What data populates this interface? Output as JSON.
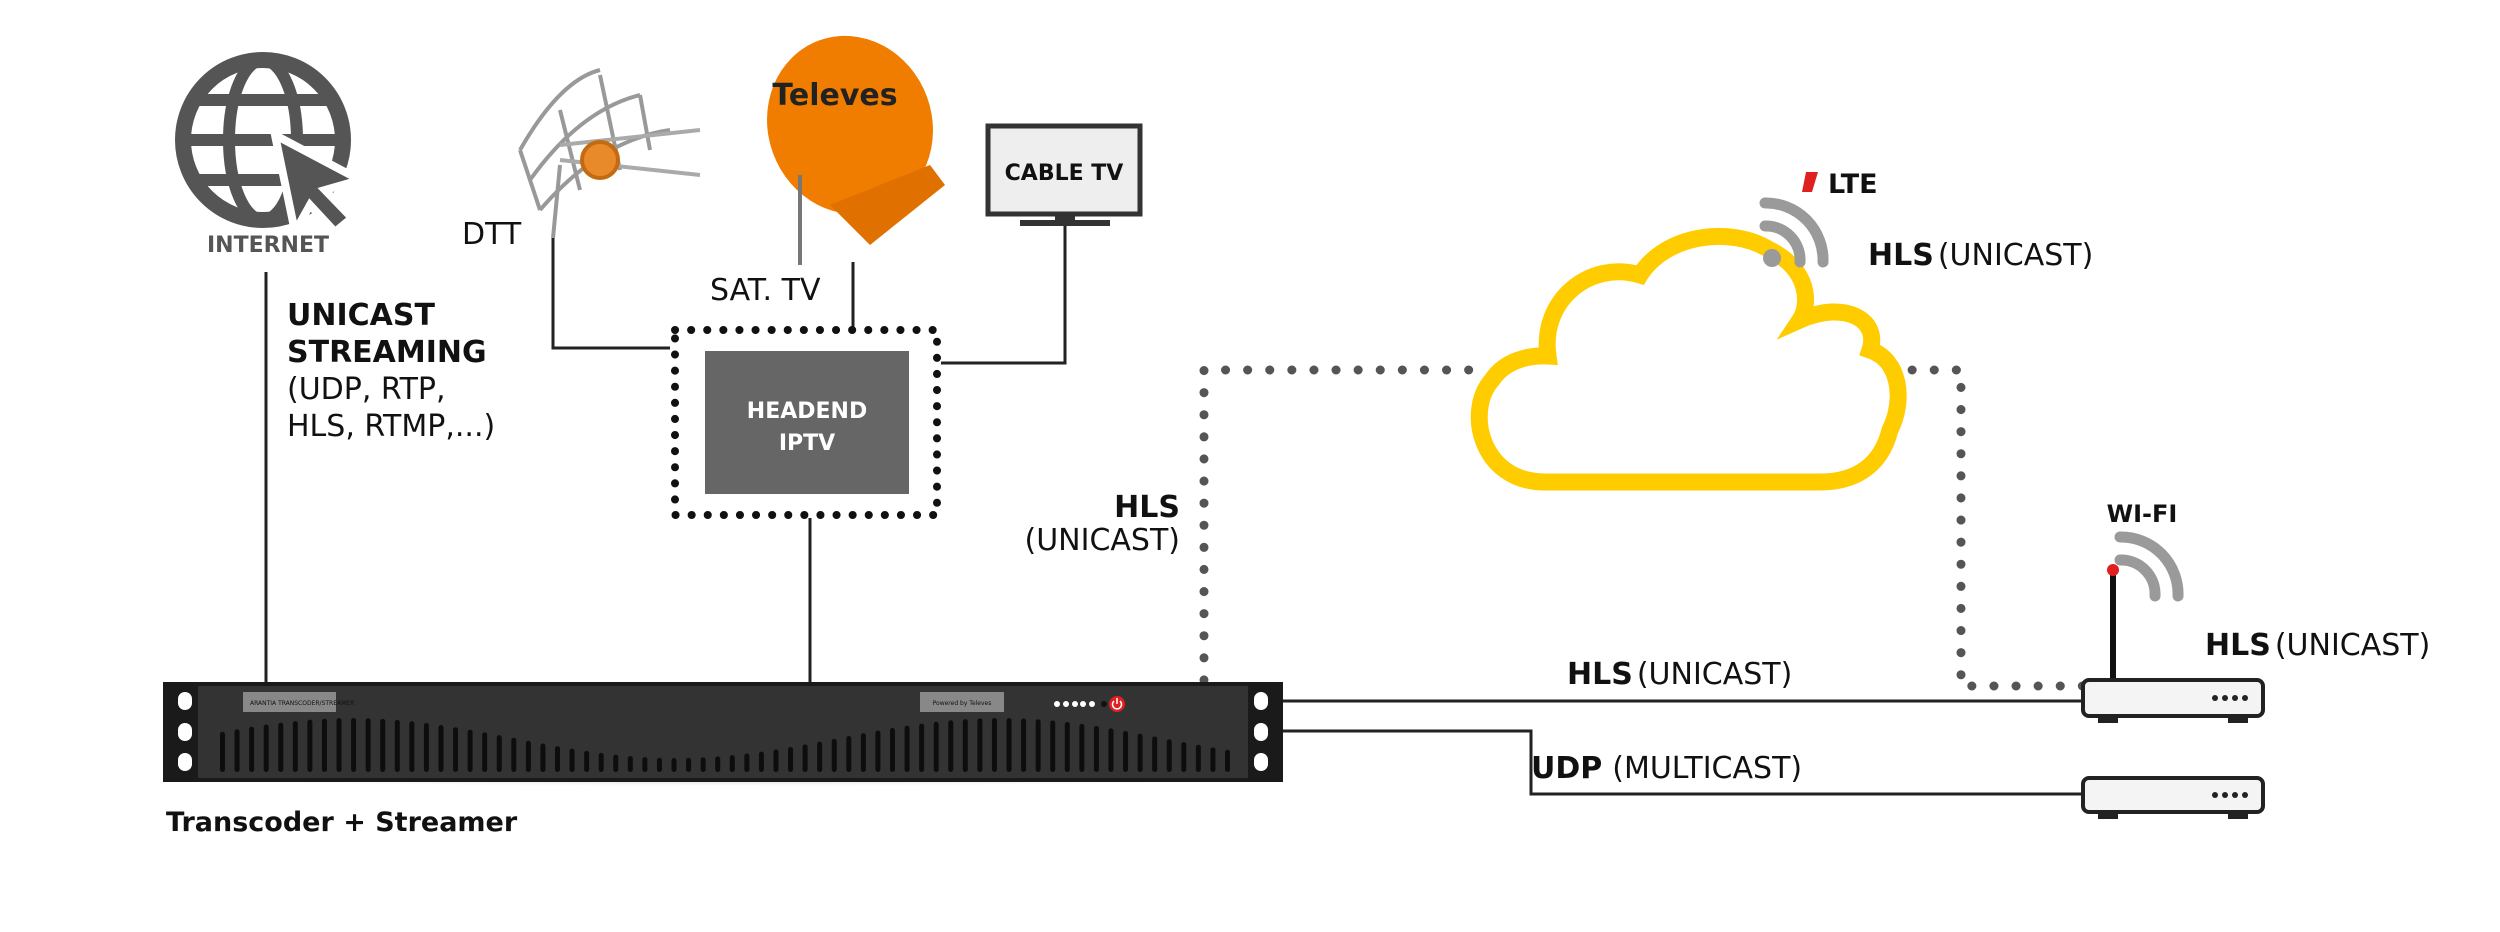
{
  "internet": {
    "label": "INTERNET",
    "icon": "globe-cursor-icon"
  },
  "unicast_streaming": {
    "title_line1": "UNICAST",
    "title_line2": "STREAMING",
    "line3": "(UDP, RTP,",
    "line4": "HLS, RTMP,...)"
  },
  "sources": {
    "dtt": "DTT",
    "sat": "SAT. TV",
    "sat_brand": "Televes",
    "cable": "CABLE TV"
  },
  "headend": {
    "line1": "HEADEND",
    "line2": "IPTV"
  },
  "device": {
    "caption": "Transcoder + Streamer",
    "panel_text": "ARANTIA TRANSCODER/STREAMER",
    "powered_by": "Powered by Televes"
  },
  "links": {
    "hls_left": {
      "proto": "HLS",
      "mode": "(UNICAST)"
    },
    "lte": {
      "brand": "LTE",
      "proto": "HLS",
      "mode": "(UNICAST)"
    },
    "wifi": {
      "label": "WI-FI",
      "proto": "HLS",
      "mode": "(UNICAST)"
    },
    "wired_hls": {
      "proto": "HLS",
      "mode": "(UNICAST)"
    },
    "udp": {
      "proto": "UDP",
      "mode": "(MULTICAST)"
    }
  },
  "colors": {
    "cloud": "#FFCC00",
    "dish": "#F07C00",
    "headend": "#666666",
    "power": "#E02020",
    "wifi_icon": "#9A9A9A",
    "rack": "#2E2E2E"
  }
}
